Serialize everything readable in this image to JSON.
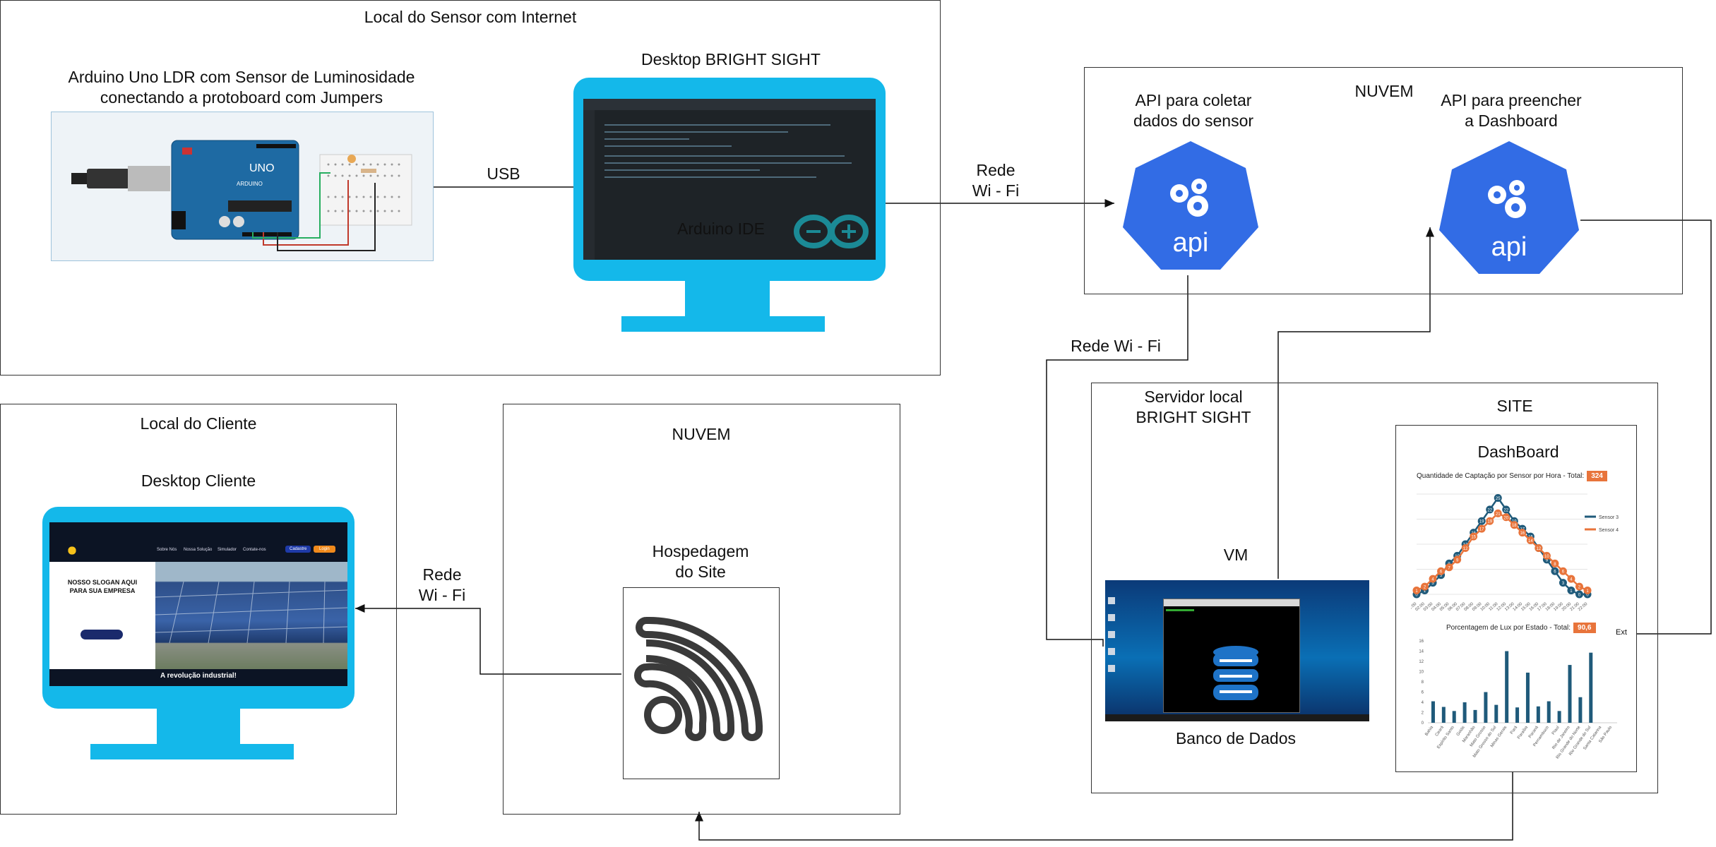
{
  "sensor_site": {
    "title": "Local do Sensor com Internet",
    "arduino_label_line1": "Arduino Uno LDR com Sensor de Luminosidade",
    "arduino_label_line2": "conectando a protoboard com Jumpers",
    "arduino_board_text": "UNO",
    "arduino_brand_text": "ARDUINO",
    "usb_label": "USB",
    "desktop_title": "Desktop BRIGHT SIGHT",
    "ide_label": "Arduino IDE"
  },
  "wifi_label_top": {
    "line1": "Rede",
    "line2": "Wi - Fi"
  },
  "cloud_api": {
    "title": "NUVEM",
    "collect_line1": "API para coletar",
    "collect_line2": "dados do sensor",
    "dashboard_line1": "API para preencher",
    "dashboard_line2": "a Dashboard",
    "api_text": "api"
  },
  "wifi_label_mid": "Rede Wi - Fi",
  "local_server": {
    "title_line1": "Servidor local",
    "title_line2": "BRIGHT SIGHT",
    "vm_label": "VM",
    "db_label": "Banco de Dados"
  },
  "site": {
    "title": "SITE",
    "dashboard_title": "DashBoard",
    "line_chart_title": "Quantidade de Captação por Sensor por Hora - Total:",
    "line_chart_total": "324",
    "bar_chart_title": "Porcentagem de Lux  por Estado - Total:",
    "bar_chart_total": "90,6",
    "ext_text": "Ext",
    "legend": [
      "Sensor 3",
      "Sensor 4"
    ]
  },
  "client_site": {
    "title": "Local do Cliente",
    "desktop_title": "Desktop Cliente",
    "slogan_line1": "NOSSO SLOGAN AQUI",
    "slogan_line2": "PARA SUA EMPRESA",
    "footer_text": "A revolução  industrial!",
    "nav_items": [
      "Sobre Nós",
      "Nossa Solução",
      "Simulador",
      "Contate-nos"
    ],
    "btn_cadastro": "Cadastre",
    "btn_login": "Login"
  },
  "wifi_label_client": {
    "line1": "Rede",
    "line2": "Wi - Fi"
  },
  "cloud_hosting": {
    "title": "NUVEM",
    "hosting_line1": "Hospedagem",
    "hosting_line2": "do Site"
  },
  "chart_data": [
    {
      "type": "line",
      "title": "Quantidade de Captação por Sensor por Hora - Total:",
      "x": [
        "01:00",
        "02:00",
        "03:00",
        "04:00",
        "05:00",
        "06:00",
        "07:00",
        "08:00",
        "09:00",
        "10:00",
        "11:00",
        "12:00",
        "13:00",
        "14:00",
        "15:00",
        "16:00",
        "17:00",
        "18:00",
        "19:00",
        "20:00",
        "21:00",
        "22:00"
      ],
      "series": [
        {
          "name": "Sensor 3",
          "color": "#1f5a7a",
          "values": [
            0,
            1,
            3,
            5,
            8,
            10,
            13,
            16,
            19,
            22,
            25,
            22,
            19,
            17,
            15,
            12,
            9,
            6,
            3,
            1,
            0,
            0
          ]
        },
        {
          "name": "Sensor 4",
          "color": "#e8743b",
          "values": [
            1,
            2,
            4,
            6,
            7,
            9,
            12,
            15,
            17,
            19,
            21,
            20,
            18,
            16,
            14,
            12,
            10,
            8,
            6,
            4,
            2,
            1
          ]
        }
      ],
      "legend": "right"
    },
    {
      "type": "bar",
      "title": "Porcentagem de Lux  por Estado - Total:",
      "ylim": [
        0,
        16
      ],
      "yticks": [
        0,
        2,
        4,
        6,
        8,
        10,
        12,
        14,
        16
      ],
      "categories": [
        "Bahia",
        "Ceará",
        "Espírito Santo",
        "Goiás",
        "Maranhão",
        "Mato Grosso",
        "Mato Grosso do Sul",
        "Minas Gerais",
        "Pará",
        "Paraíba",
        "Paraná",
        "Pernambuco",
        "Piauí",
        "Rio de Janeiro",
        "Rio Grande do Norte",
        "Rio Grande do Sul",
        "Santa Catarina",
        "São Paulo"
      ],
      "values": [
        4.2,
        3.1,
        2.3,
        4.0,
        2.5,
        6.0,
        3.5,
        14.0,
        3.0,
        9.8,
        3.2,
        4.2,
        2.3,
        11.3,
        5.0,
        13.7,
        0,
        0
      ],
      "color": "#1f5a7a"
    }
  ]
}
